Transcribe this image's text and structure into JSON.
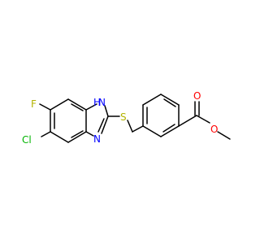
{
  "molecule": {
    "atoms": {
      "cl": {
        "label": "Cl",
        "color": "#00b400"
      },
      "f": {
        "label": "F",
        "color": "#b3b300"
      },
      "s": {
        "label": "S",
        "color": "#b3b300"
      },
      "nh": {
        "label": "H",
        "color": "#0000ff"
      },
      "nh_n": {
        "label": "N",
        "color": "#0000ff"
      },
      "n": {
        "label": "N",
        "color": "#0000ff"
      },
      "o_carbonyl": {
        "label": "O",
        "color": "#ff0000"
      },
      "o_ester": {
        "label": "O",
        "color": "#ff0000"
      }
    },
    "bond_color": "#000000"
  }
}
